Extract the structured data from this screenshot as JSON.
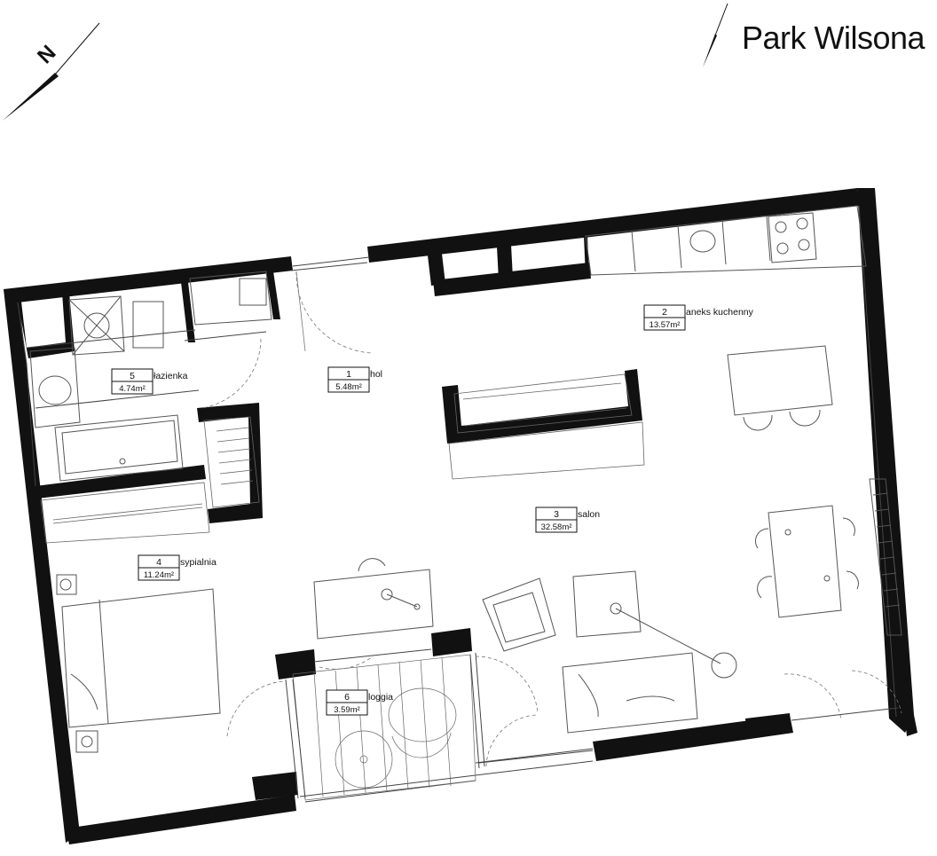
{
  "brand": {
    "name": "Park Wilsona"
  },
  "compass": {
    "label": "N"
  },
  "rooms": [
    {
      "number": "1",
      "name": "hol",
      "area": "5.48m²"
    },
    {
      "number": "2",
      "name": "aneks kuchenny",
      "area": "13.57m²"
    },
    {
      "number": "3",
      "name": "salon",
      "area": "32.58m²"
    },
    {
      "number": "4",
      "name": "sypialnia",
      "area": "11.24m²"
    },
    {
      "number": "5",
      "name": "łazienka",
      "area": "4.74m²"
    },
    {
      "number": "6",
      "name": "loggia",
      "area": "3.59m²"
    }
  ],
  "colors": {
    "wall": "#111111",
    "line": "#555555",
    "light": "#999999"
  }
}
